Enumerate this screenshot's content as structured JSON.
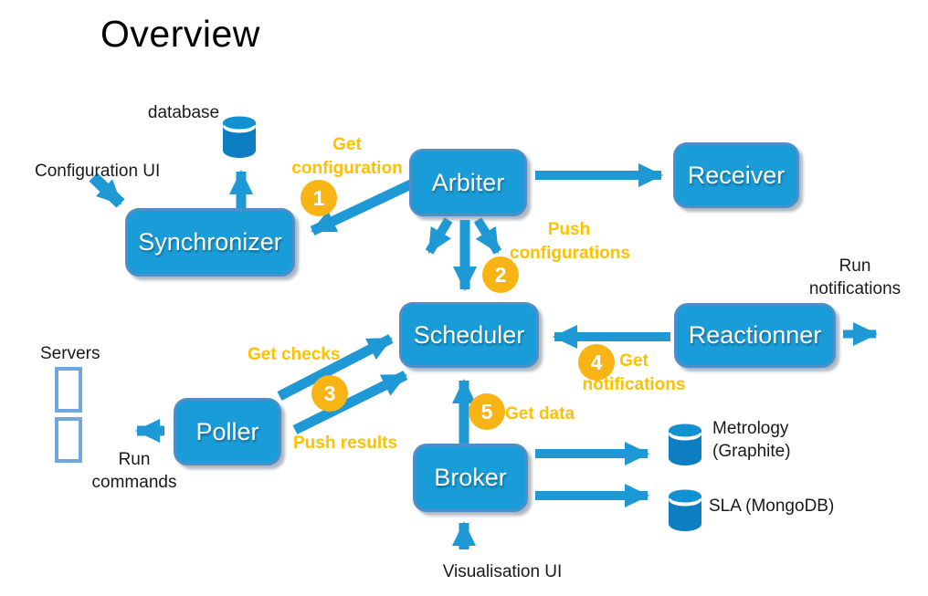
{
  "title": "Overview",
  "nodes": {
    "synchronizer": {
      "label": "Synchronizer"
    },
    "arbiter": {
      "label": "Arbiter"
    },
    "receiver": {
      "label": "Receiver"
    },
    "scheduler": {
      "label": "Scheduler"
    },
    "reactionner": {
      "label": "Reactionner"
    },
    "poller": {
      "label": "Poller"
    },
    "broker": {
      "label": "Broker"
    }
  },
  "datastores": {
    "database": {
      "label": "database"
    },
    "metrology": {
      "label": "Metrology (Graphite)"
    },
    "sla": {
      "label": "SLA (MongoDB)"
    }
  },
  "externals": {
    "configuration_ui": {
      "label": "Configuration UI"
    },
    "visualisation_ui": {
      "label": "Visualisation UI"
    },
    "servers": {
      "label": "Servers"
    },
    "run_commands": {
      "label": "Run commands"
    },
    "run_notifications": {
      "label": "Run notifications"
    }
  },
  "flows": {
    "get_configuration": {
      "number": "1",
      "label": "Get configuration"
    },
    "push_configurations": {
      "number": "2",
      "label": "Push configurations"
    },
    "get_checks": {
      "number": "3",
      "label": "Get checks"
    },
    "push_results": {
      "label": "Push results"
    },
    "get_notifications": {
      "number": "4",
      "label": "Get notifications"
    },
    "get_data": {
      "number": "5",
      "label": "Get data"
    }
  },
  "colors": {
    "node_fill": "#1a9cd8",
    "node_border": "#4e8fc9",
    "arrow": "#1f99d5",
    "badge": "#f8b314",
    "flow_text": "#ffc000",
    "cylinder_body": "#0d7ec1",
    "cylinder_lid": "#1191d2",
    "server_border": "#6fa8dc"
  }
}
